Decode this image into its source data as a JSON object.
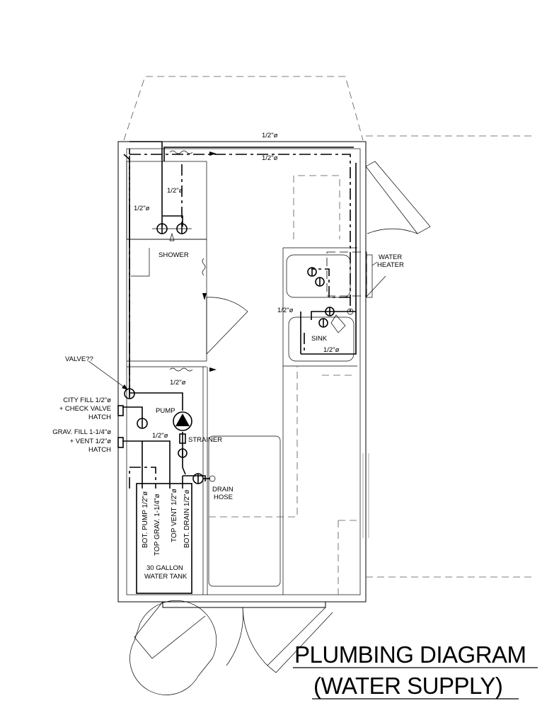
{
  "labels": {
    "pipe_top_1": "1/2\"ø",
    "pipe_top_2": "1/2\"ø",
    "shower_pipe_1": "1/2\"ø",
    "shower_pipe_2": "1/2\"ø",
    "shower": "SHOWER",
    "water_heater_1": "WATER",
    "water_heater_2": "HEATER",
    "heater_pipe": "1/2\"ø",
    "sink": "SINK",
    "sink_pipe": "1/2\"ø",
    "valve": "VALVE??",
    "pump_pipe": "1/2\"ø",
    "city_fill_1": "CITY FILL 1/2\"ø",
    "city_fill_2": "+ CHECK VALVE",
    "city_fill_3": "HATCH",
    "pump": "PUMP",
    "grav_fill_1": "GRAV. FILL 1-1/4\"ø",
    "grav_fill_2": "+ VENT 1/2\"ø",
    "grav_fill_3": "HATCH",
    "strainer_pipe": "1/2\"ø",
    "strainer": "STRAINER",
    "drain_1": "DRAIN",
    "drain_2": "HOSE",
    "tank_1": "BOT. PUMP 1/2\"ø",
    "tank_2": "TOP GRAV. 1-1/4\"ø",
    "tank_3": "TOP VENT 1/2\"ø",
    "tank_4": "BOT. DRAIN 1/2\"ø",
    "tank_5": "30 GALLON",
    "tank_6": "WATER TANK"
  },
  "title": {
    "line1": "PLUMBING DIAGRAM",
    "line2": "(WATER SUPPLY)"
  }
}
